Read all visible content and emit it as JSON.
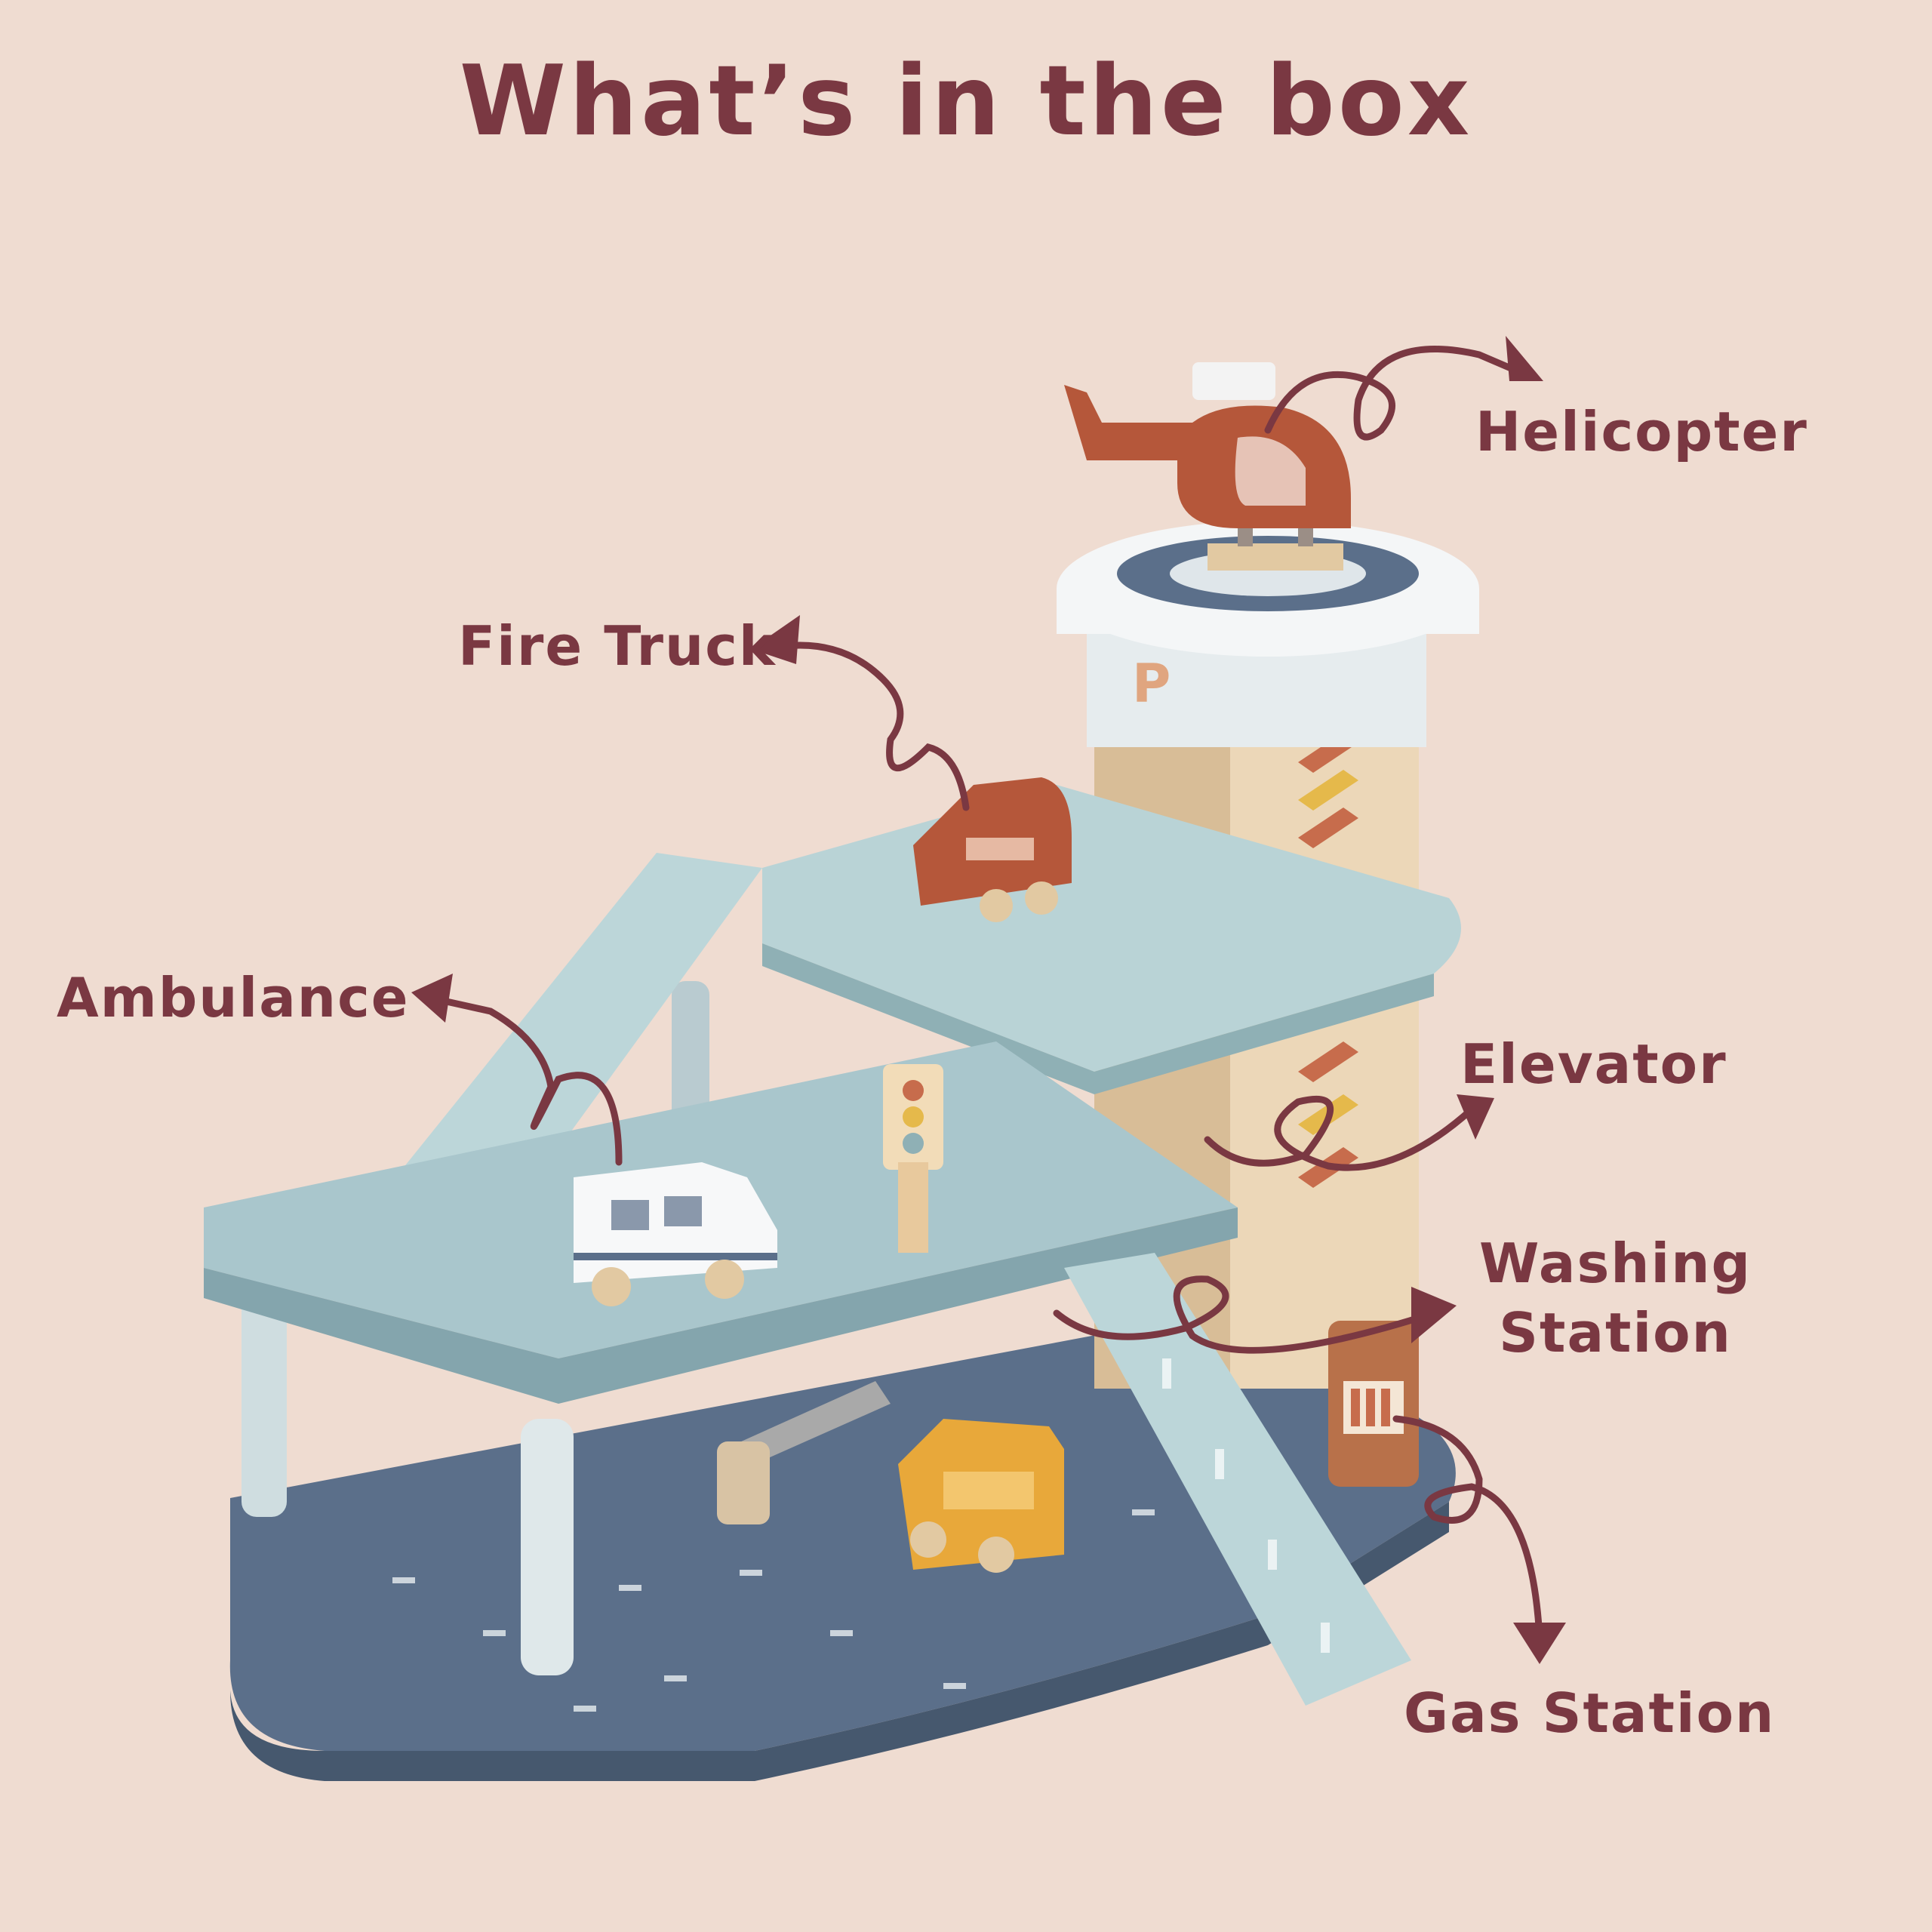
{
  "page": {
    "title": "What’s in the box",
    "background_color": "#efdcd1",
    "accent_color": "#7a3842"
  },
  "labels": {
    "helicopter": "Helicopter",
    "fire_truck": "Fire Truck",
    "ambulance": "Ambulance",
    "elevator": "Elevator",
    "washing_station": "Washing\nStation",
    "gas_station": "Gas Station"
  },
  "icons": {
    "product_image": "wooden-toy-parking-garage",
    "arrow": "curly-arrow-icon"
  }
}
